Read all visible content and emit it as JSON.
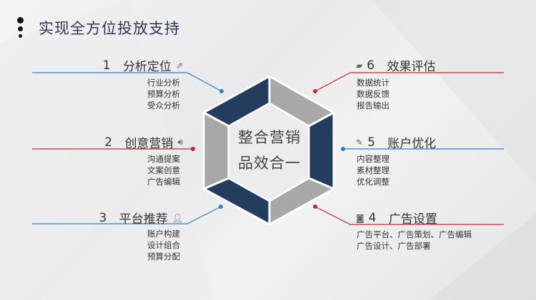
{
  "title": "实现全方位投放支持",
  "center": {
    "line1": "整合营销",
    "line2": "品效合一"
  },
  "colors": {
    "navy": "#243c5e",
    "gray": "#a8a8a8",
    "blue": "#2f7fc8",
    "red": "#c0282d"
  },
  "left": [
    {
      "num": "1",
      "label": "分析定位",
      "icon": "share-icon",
      "items": [
        "行业分析",
        "预算分析",
        "受众分析"
      ]
    },
    {
      "num": "2",
      "label": "创意营销",
      "icon": "speaker-icon",
      "items": [
        "沟通提案",
        "文案创意",
        "广告编辑"
      ]
    },
    {
      "num": "3",
      "label": "平台推荐",
      "icon": "user-icon",
      "items": [
        "账户构建",
        "设计组合",
        "预算分配"
      ]
    }
  ],
  "right": [
    {
      "num": "6",
      "label": "效果评估",
      "icon": "chat-icon",
      "items": [
        "数据统计",
        "数据反馈",
        "报告输出"
      ]
    },
    {
      "num": "5",
      "label": "账户优化",
      "icon": "edit-icon",
      "items": [
        "内容整理",
        "素材整理",
        "优化调整"
      ]
    },
    {
      "num": "4",
      "label": "广告设置",
      "icon": "camera-icon",
      "items": [
        "广告平台、广告策划、广告编辑",
        "广告设计、广告部署"
      ]
    }
  ]
}
